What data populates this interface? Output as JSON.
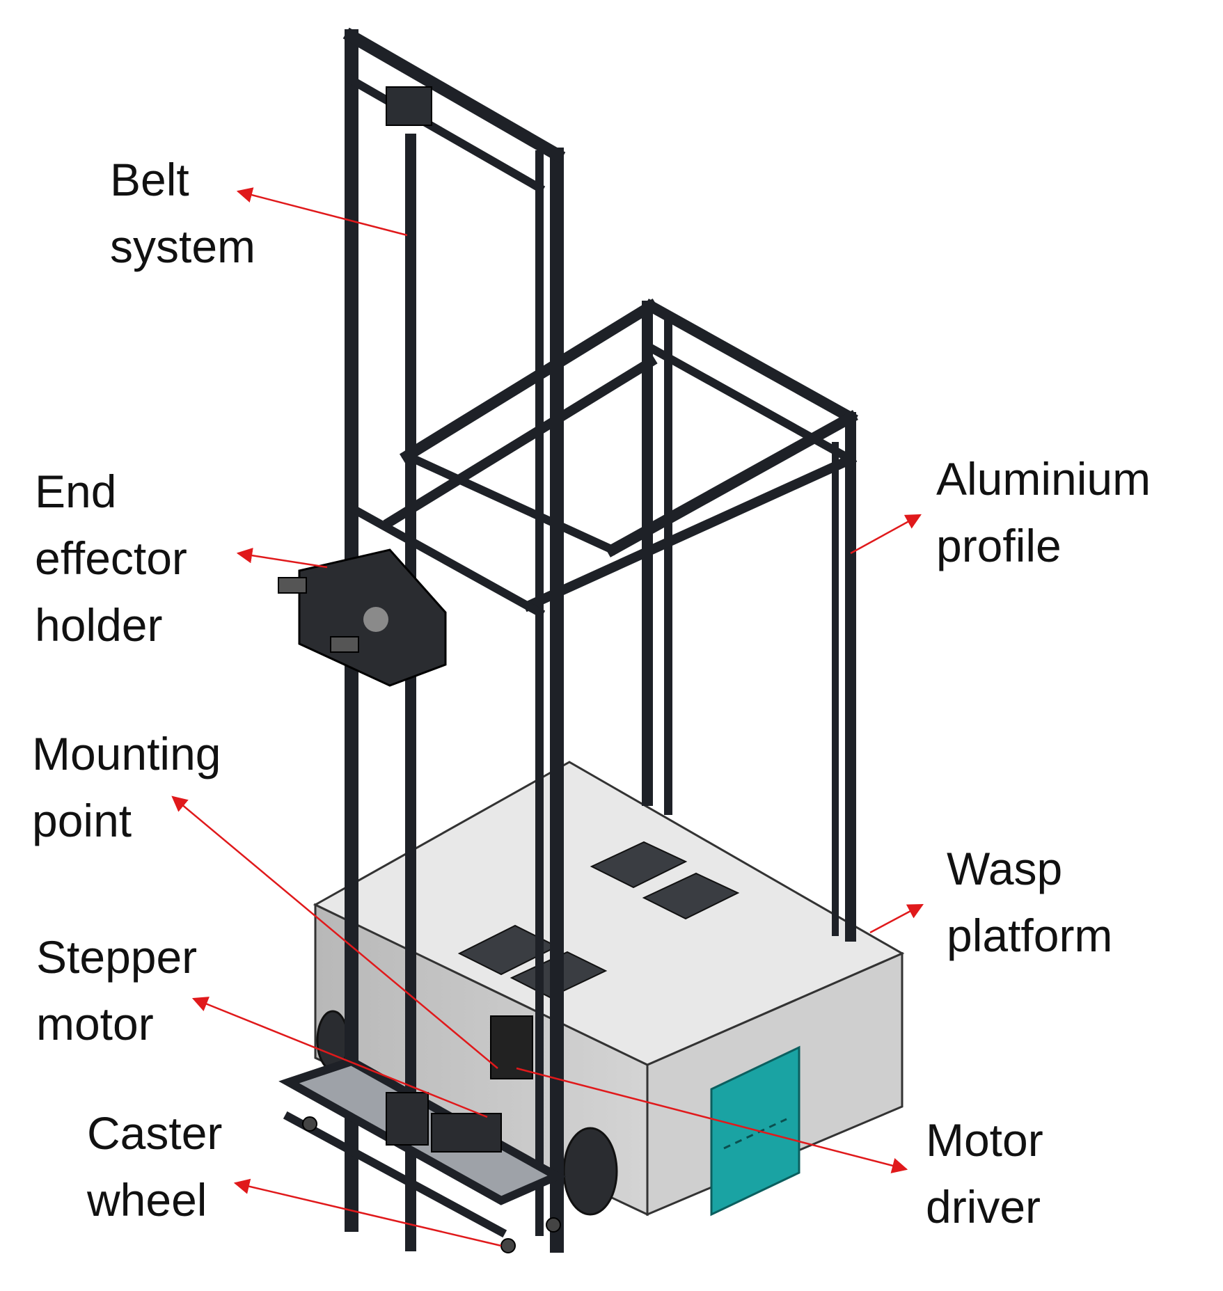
{
  "labels": {
    "belt_system": [
      "Belt",
      "system"
    ],
    "end_effector_holder": [
      "End",
      "effector",
      "holder"
    ],
    "mounting_point": [
      "Mounting",
      "point"
    ],
    "stepper_motor": [
      "Stepper",
      "motor"
    ],
    "caster_wheel": [
      "Caster",
      "wheel"
    ],
    "aluminium_profile": [
      "Aluminium",
      "profile"
    ],
    "wasp_platform": [
      "Wasp",
      "platform"
    ],
    "motor_driver": [
      "Motor",
      "driver"
    ]
  },
  "colors": {
    "arrow": "#e0191b",
    "frame": "#1e2127",
    "platform_top": "#e6e6e6",
    "platform_side": "#c9c9c9",
    "panel": "#1aa3a3"
  }
}
